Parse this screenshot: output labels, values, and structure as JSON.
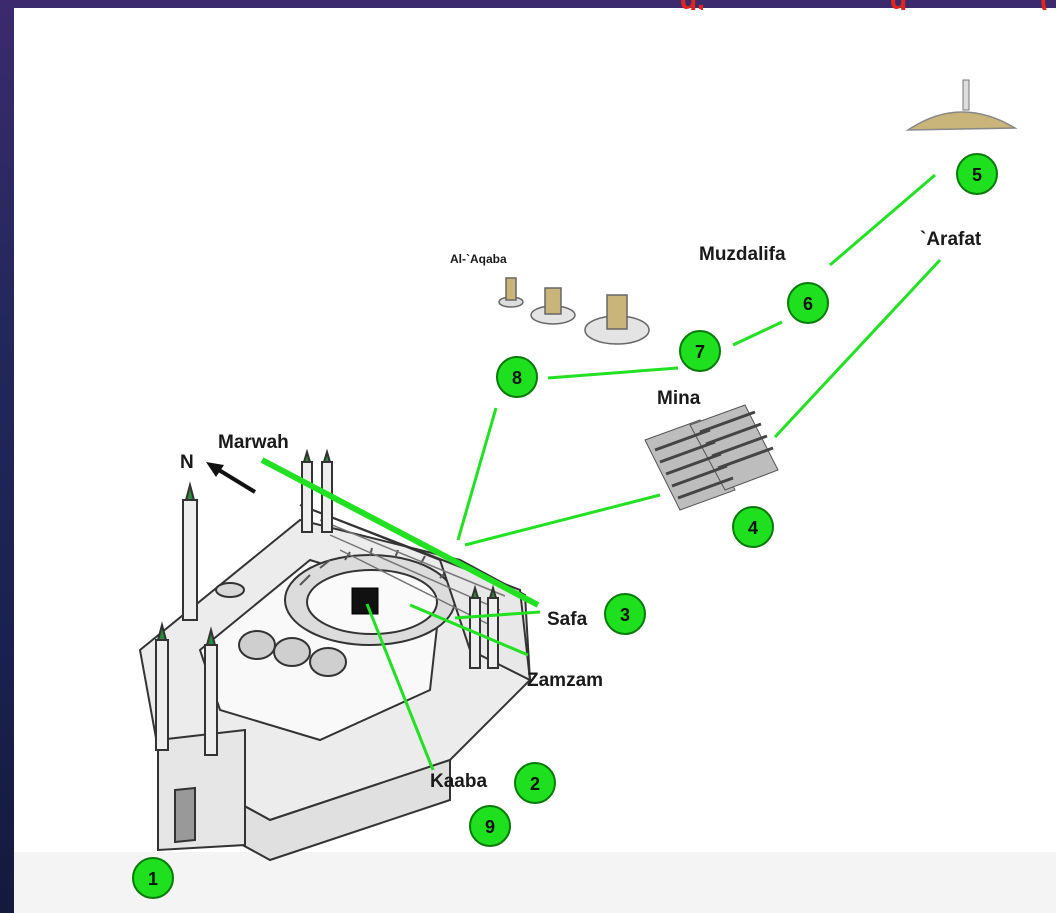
{
  "labels": {
    "north": "N",
    "marwah": "Marwah",
    "safa": "Safa",
    "zamzam": "Zamzam",
    "kaaba": "Kaaba",
    "mina": "Mina",
    "muzdalifa": "Muzdalifa",
    "arafat": "`Arafat",
    "aqaba": "Al-`Aqaba"
  },
  "stations": [
    "1",
    "2",
    "3",
    "4",
    "5",
    "6",
    "7",
    "8",
    "9"
  ],
  "colors": {
    "route_line": "#22e022",
    "station_fill": "#1ee01e",
    "station_stroke": "#0a7a0a",
    "ink": "#333333",
    "header_red": "#e1261c"
  }
}
